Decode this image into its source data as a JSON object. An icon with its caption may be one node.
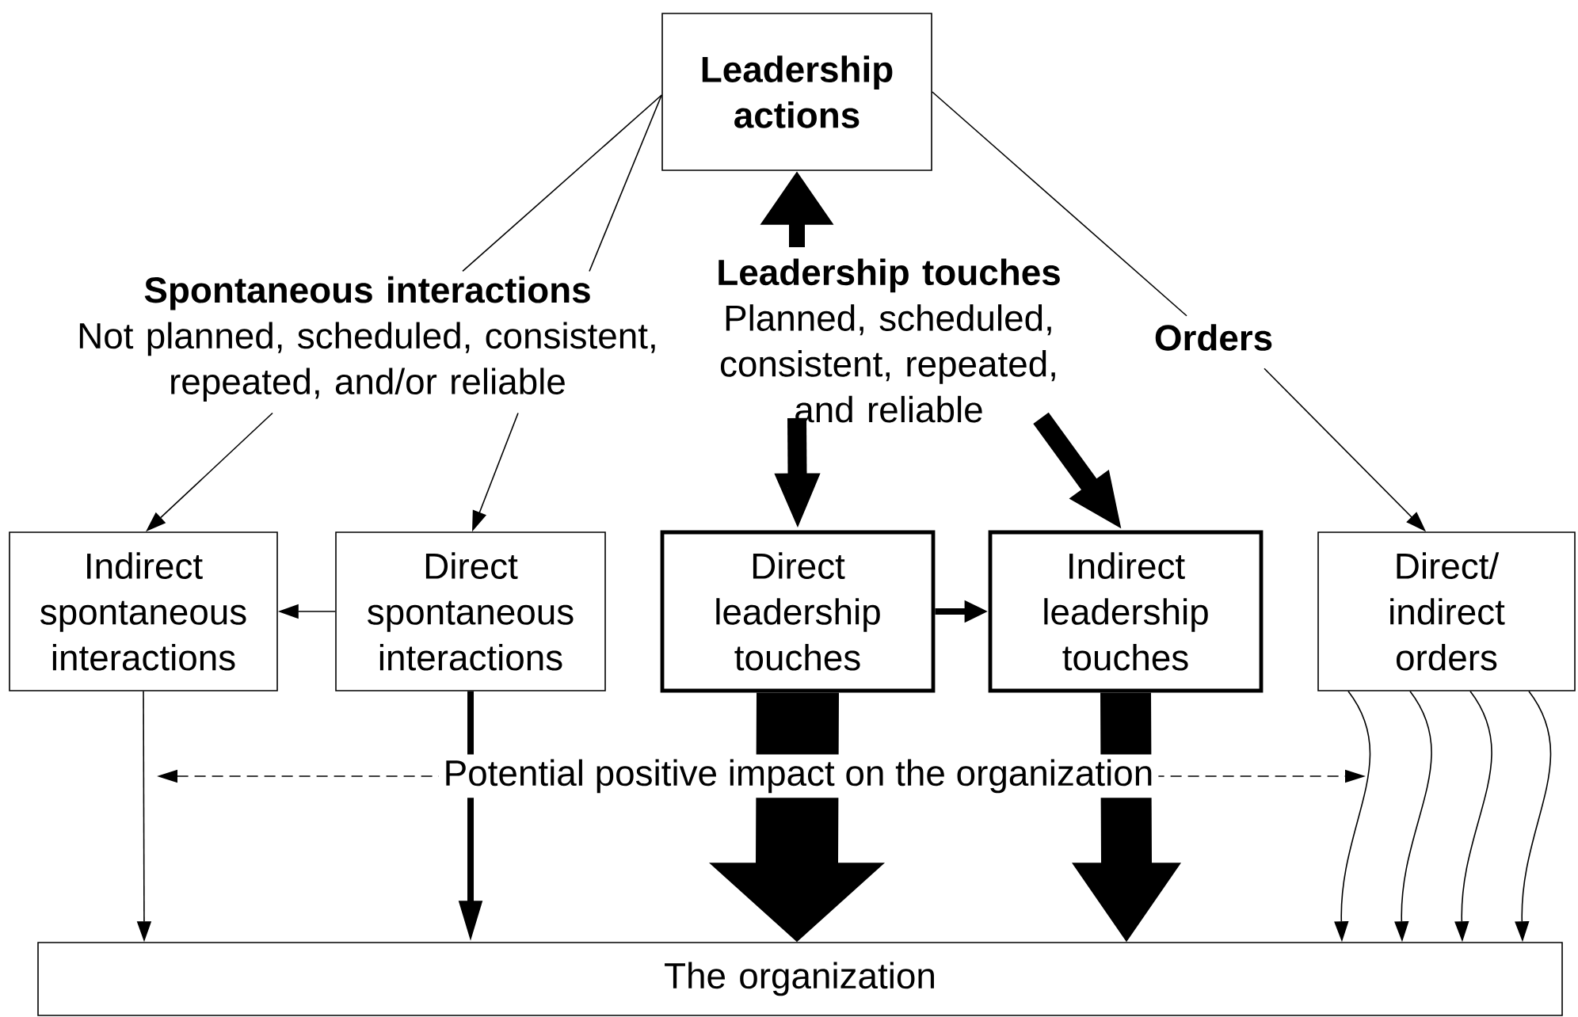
{
  "diagram": {
    "nodes": [
      {
        "text": [
          "Leadership actions"
        ]
      },
      {
        "text": [
          "Spontaneous interactions",
          "Not planned, scheduled, consistent, repeated, and/or reliable"
        ]
      },
      {
        "text": [
          "Leadership touches",
          "Planned, scheduled, consistent, repeated, and reliable"
        ]
      },
      {
        "text": [
          "Orders"
        ]
      },
      {
        "text": [
          "Indirect spontaneous interactions"
        ]
      },
      {
        "text": [
          "Direct spontaneous interactions"
        ]
      },
      {
        "text": [
          "Direct leadership touches"
        ]
      },
      {
        "text": [
          "Indirect leadership touches"
        ]
      },
      {
        "text": [
          "Direct/ indirect orders"
        ]
      },
      {
        "text": [
          "The organization"
        ]
      }
    ],
    "edges": [
      {
        "from": 0,
        "to": 1,
        "arrow": "none"
      },
      {
        "from": 0,
        "to": 1,
        "arrow": "none"
      },
      {
        "from": 0,
        "to": 3,
        "arrow": "none"
      },
      {
        "from": 2,
        "to": 0,
        "arrow": "to",
        "style": "thick"
      },
      {
        "from": 1,
        "to": 4,
        "arrow": "to"
      },
      {
        "from": 1,
        "to": 5,
        "arrow": "to"
      },
      {
        "from": 2,
        "to": 6,
        "arrow": "to",
        "style": "thick"
      },
      {
        "from": 2,
        "to": 7,
        "arrow": "to",
        "style": "thick"
      },
      {
        "from": 3,
        "to": 8,
        "arrow": "to"
      },
      {
        "from": 5,
        "to": 4,
        "arrow": "to"
      },
      {
        "from": 6,
        "to": 7,
        "arrow": "to",
        "style": "thick"
      },
      {
        "from": 4,
        "to": 9,
        "arrow": "to"
      },
      {
        "from": 5,
        "to": 9,
        "arrow": "to",
        "style": "thick"
      },
      {
        "from": 6,
        "to": 9,
        "arrow": "to",
        "style": "thick"
      },
      {
        "from": 7,
        "to": 9,
        "arrow": "to",
        "style": "thick"
      },
      {
        "from": 8,
        "to": 9,
        "arrow": "to"
      },
      {
        "from": 8,
        "to": 9,
        "arrow": "to"
      },
      {
        "from": 8,
        "to": 9,
        "arrow": "to"
      },
      {
        "from": 8,
        "to": 9,
        "arrow": "to"
      }
    ],
    "labels": [
      "Potential positive impact on the organization"
    ]
  }
}
